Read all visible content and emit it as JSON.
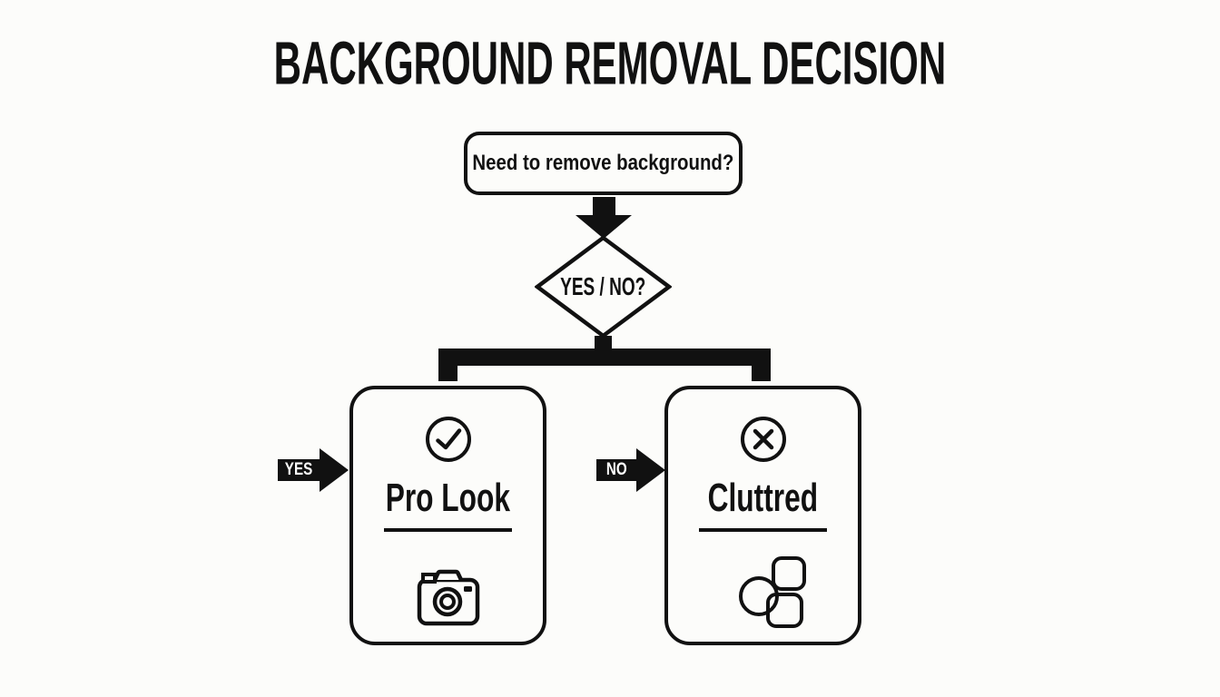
{
  "title": "BACKGROUND REMOVAL DECISION",
  "flow": {
    "question": "Need to remove background?",
    "decision_label": "YES / NO?",
    "yes_label": "YES",
    "no_label": "NO"
  },
  "outcomes": {
    "yes": {
      "title": "Pro Look",
      "status_icon": "check-circle-icon",
      "illustration_icon": "camera-icon"
    },
    "no": {
      "title": "Cluttred",
      "status_icon": "x-circle-icon",
      "illustration_icon": "overlapping-shapes-icon"
    }
  },
  "colors": {
    "ink": "#111111",
    "background": "#fcfcfa"
  }
}
